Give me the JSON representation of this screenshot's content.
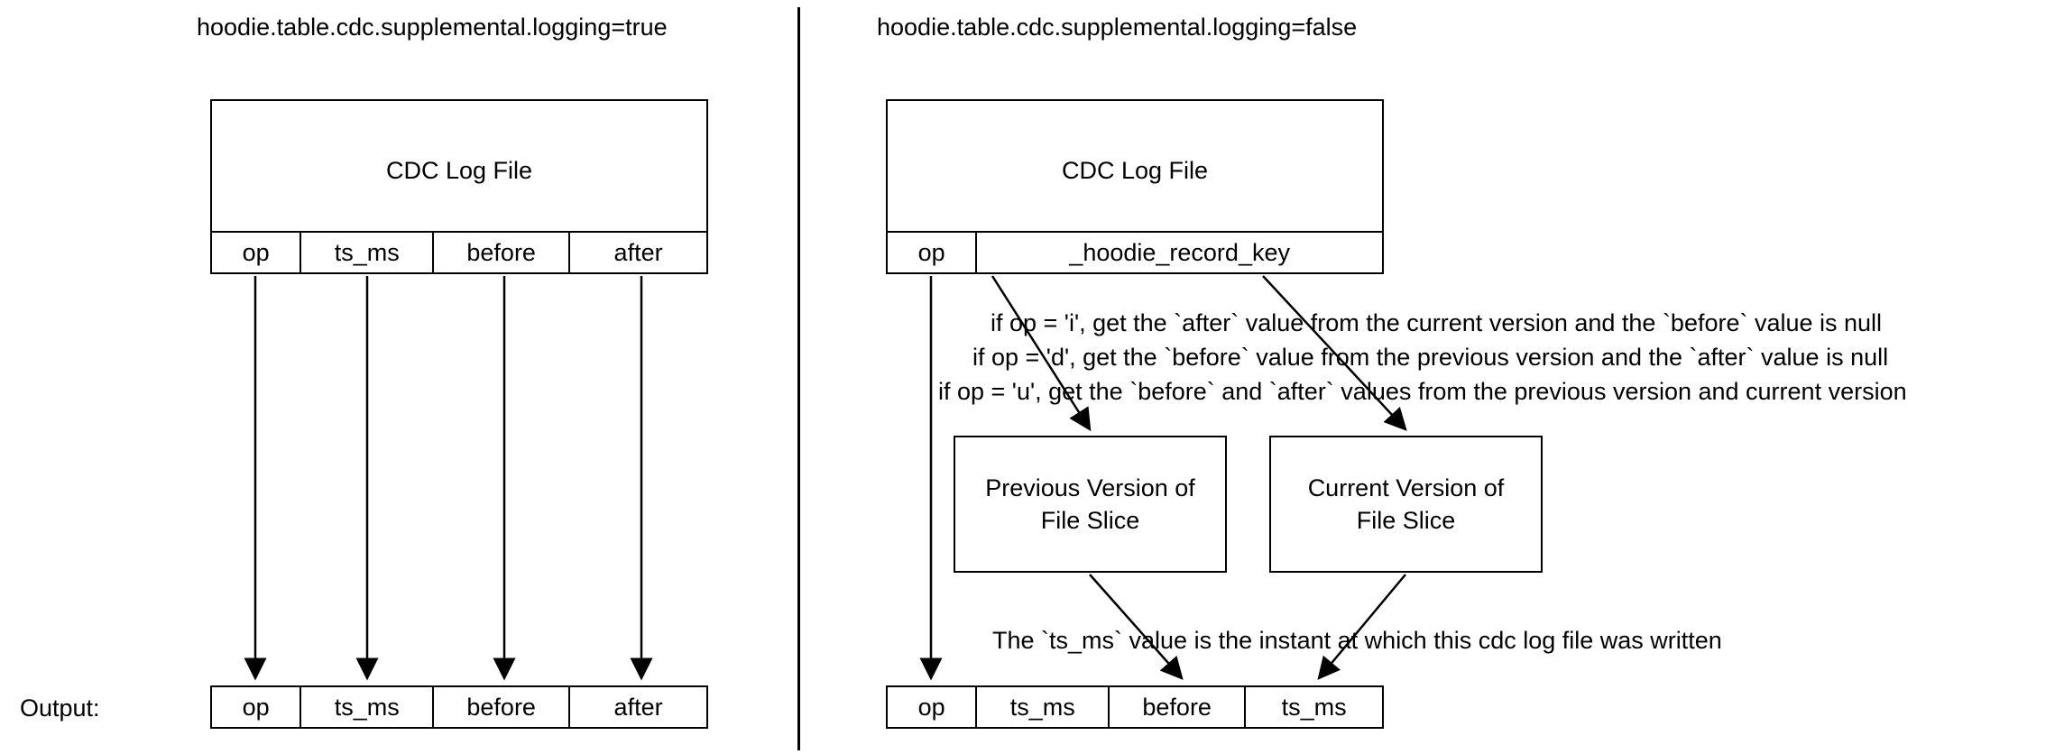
{
  "left_panel": {
    "title": "hoodie.table.cdc.supplemental.logging=true",
    "cdc_box_label": "CDC Log File",
    "schema_columns": [
      "op",
      "ts_ms",
      "before",
      "after"
    ],
    "output_columns": [
      "op",
      "ts_ms",
      "before",
      "after"
    ],
    "output_label": "Output:"
  },
  "right_panel": {
    "title": "hoodie.table.cdc.supplemental.logging=false",
    "cdc_box_label": "CDC Log File",
    "schema_columns": [
      "op",
      "_hoodie_record_key"
    ],
    "rules": [
      "if op = 'i', get the `after` value from the current version and the `before` value is null",
      "if op = 'd', get the `before` value from the previous version  and the `after` value is null",
      "if op = 'u', get the `before` and `after` values from the previous version and current version"
    ],
    "version_boxes": [
      {
        "line1": "Previous Version of",
        "line2": "File Slice"
      },
      {
        "line1": "Current Version of",
        "line2": "File Slice"
      }
    ],
    "ts_note": "The `ts_ms` value is the instant at which this cdc log file was written",
    "output_columns": [
      "op",
      "ts_ms",
      "before",
      "ts_ms"
    ]
  },
  "colors": {
    "stroke": "#000000",
    "background": "#ffffff"
  }
}
